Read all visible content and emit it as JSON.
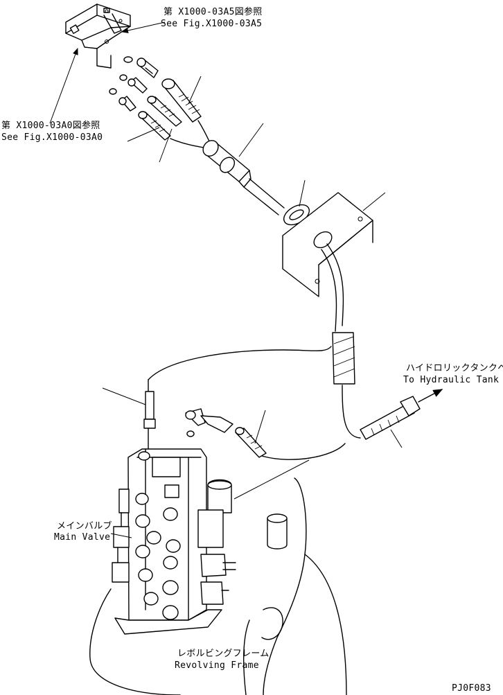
{
  "labels": {
    "ref_a5_jp": "第 X1000-03A5図参照",
    "ref_a5_en": "See Fig.X1000-03A5",
    "ref_a0_jp": "第 X1000-03A0図参照",
    "ref_a0_en": "See Fig.X1000-03A0",
    "tank_jp": "ハイドロリックタンクへ",
    "tank_en": "To Hydraulic Tank",
    "main_valve_jp": "メインバルブ",
    "main_valve_en": "Main Valve",
    "frame_jp": "レボルビングフレーム",
    "frame_en": "Revolving Frame",
    "drawing_code": "PJ0F083"
  }
}
